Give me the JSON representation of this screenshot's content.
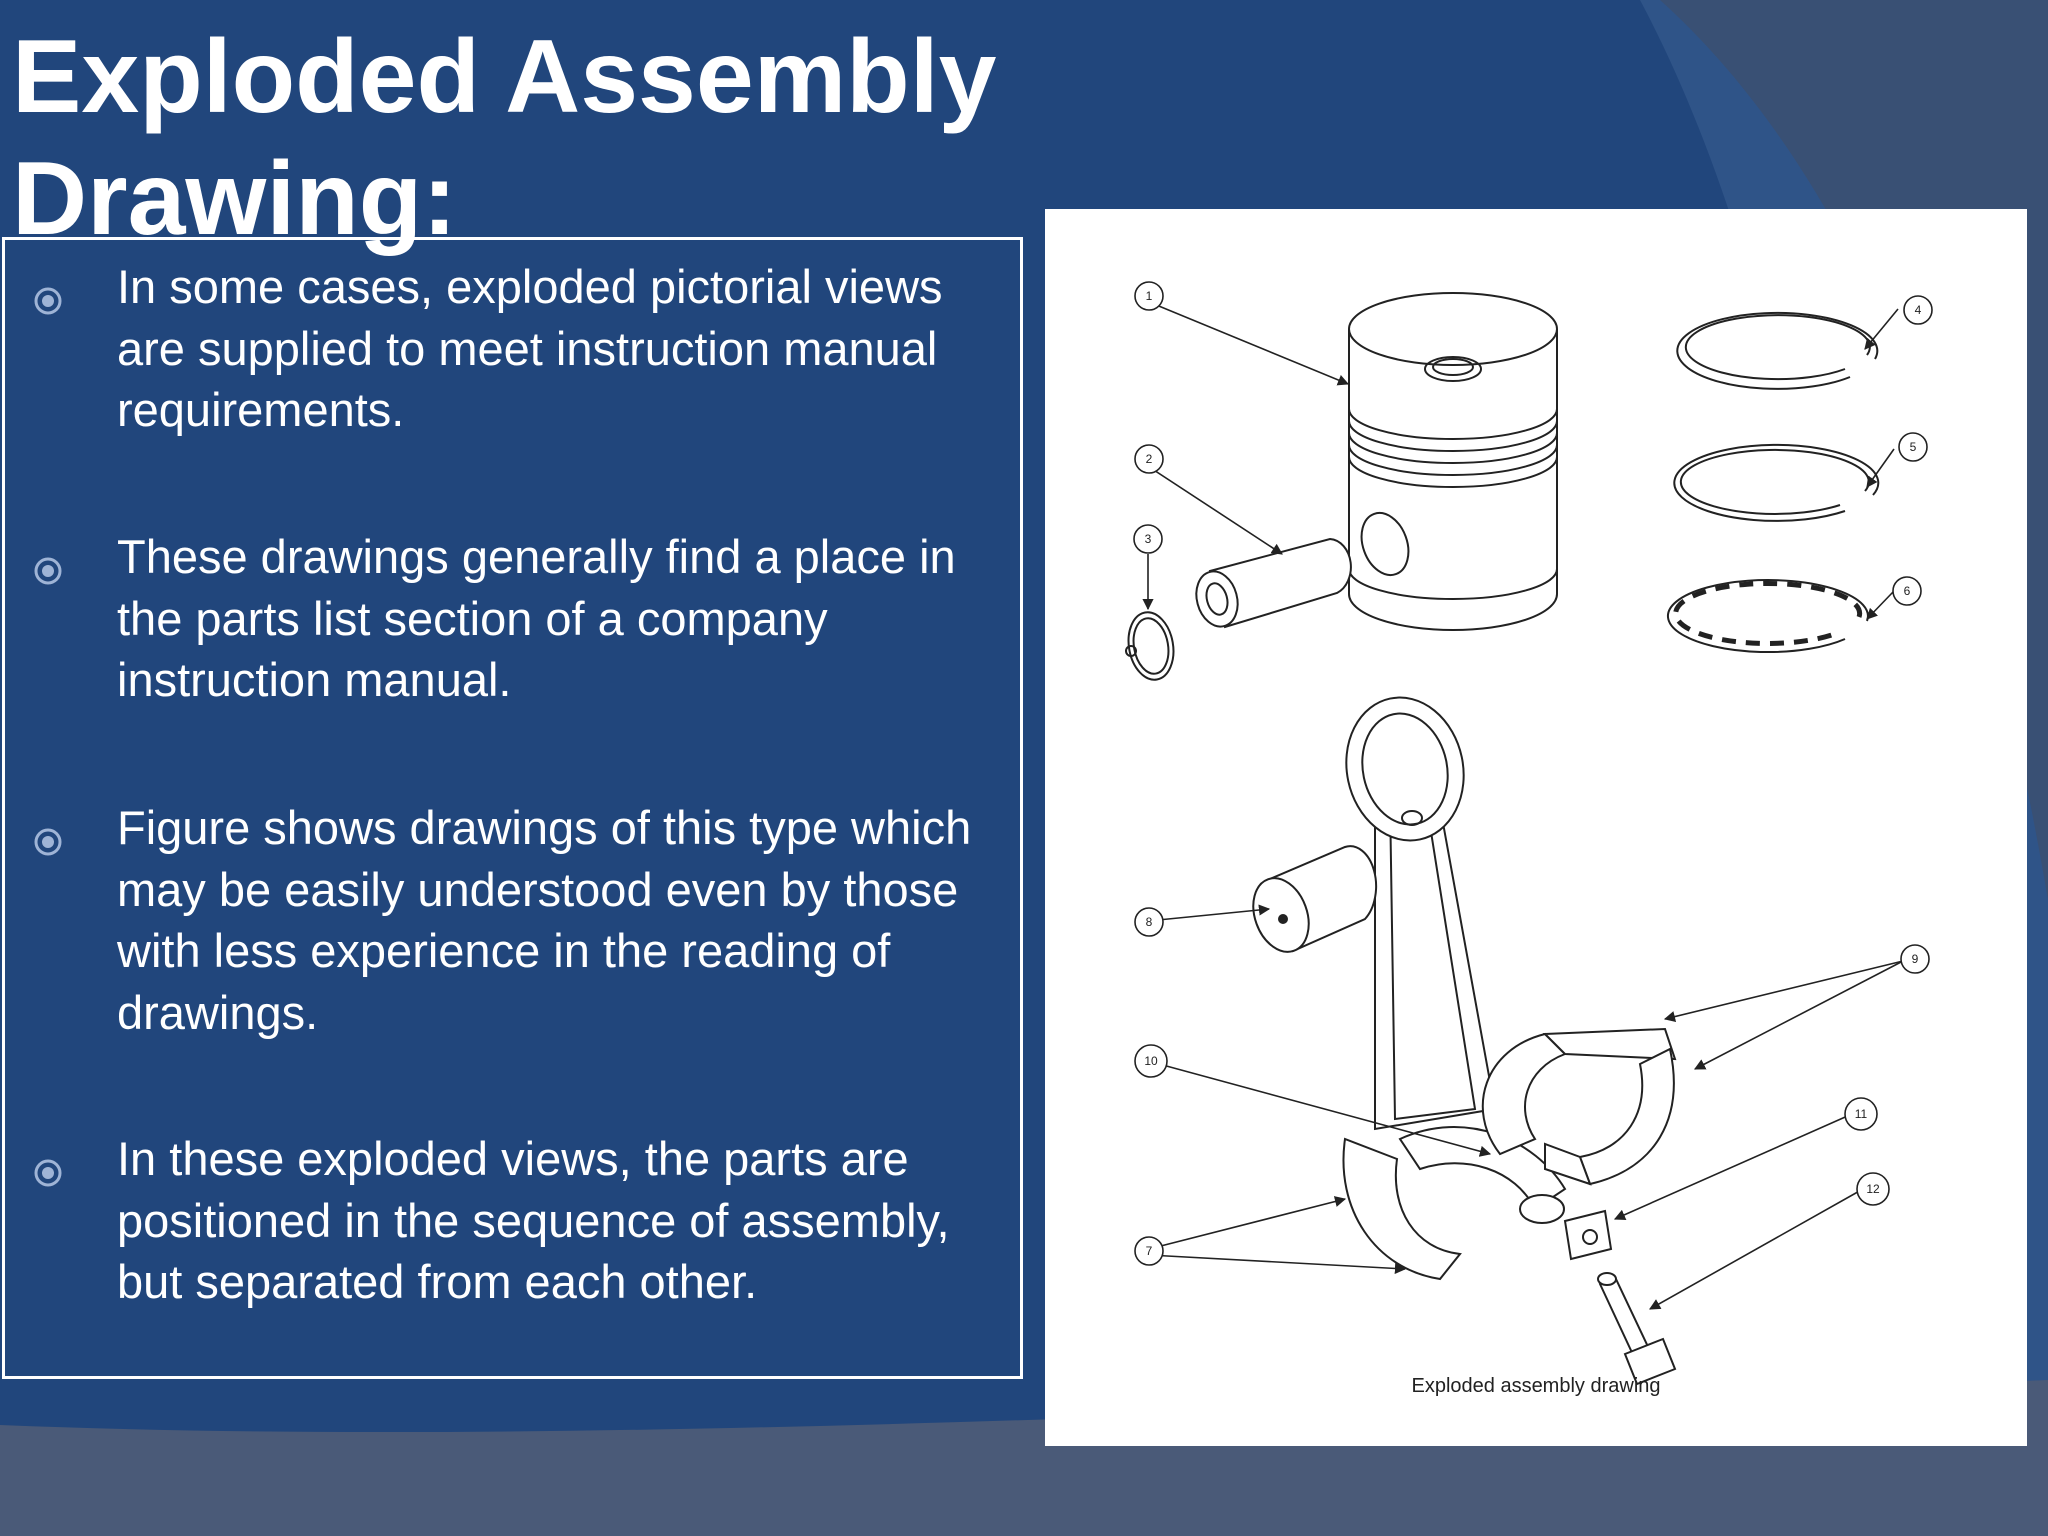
{
  "slide": {
    "title": "Exploded Assembly Drawing:",
    "bullets": [
      "In some cases, exploded pictorial views are supplied to meet instruction manual requirements.",
      "These drawings generally find a place in the parts list section of a company instruction manual.",
      "Figure shows drawings of this type which may be easily understood even by those with less experience in the reading of drawings.",
      "In these exploded views, the parts are positioned in the sequence of assembly, but separated from each other."
    ],
    "bullet_icon": "radio-bullet-icon"
  },
  "figure": {
    "caption": "Exploded assembly drawing",
    "callouts": [
      "1",
      "2",
      "3",
      "4",
      "5",
      "6",
      "7",
      "8",
      "9",
      "10",
      "11",
      "12"
    ],
    "icons": [
      "piston-icon",
      "piston-pin-icon",
      "retaining-clip-icon",
      "piston-ring-icon",
      "oil-ring-icon",
      "connecting-rod-icon",
      "bushing-icon",
      "bearing-shell-icon",
      "locking-tab-icon",
      "rod-bolt-icon"
    ]
  },
  "colors": {
    "background": "#21467c",
    "panel": "#ffffff",
    "text": "#ffffff",
    "accent": "#9fb4d6"
  }
}
